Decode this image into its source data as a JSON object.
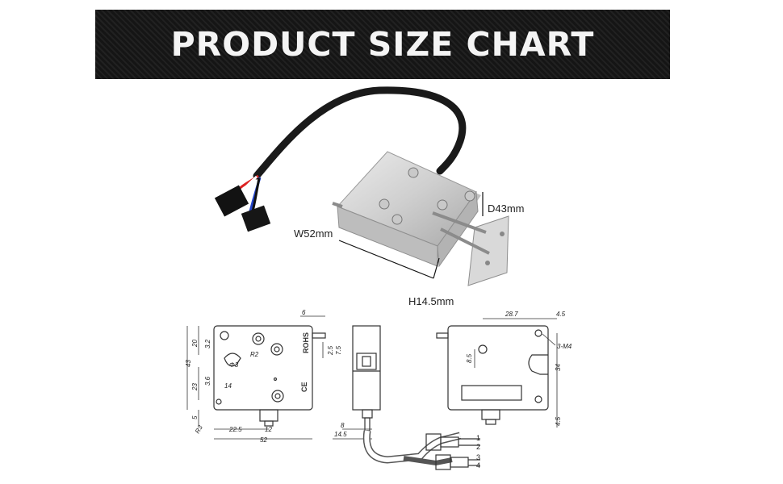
{
  "banner": {
    "title": "PRODUCT SIZE CHART"
  },
  "photo_labels": {
    "width": "W52mm",
    "depth": "D43mm",
    "height": "H14.5mm"
  },
  "front_view": {
    "dims": [
      "6",
      "20",
      "3.2",
      "43",
      "23",
      "3.6",
      "5",
      "R2",
      "R3",
      "Φ3",
      "14",
      "22.5",
      "12",
      "52",
      "2.5",
      "7.5"
    ],
    "marks": [
      "ROHS",
      "CE"
    ]
  },
  "side_view": {
    "dims": [
      "8",
      "14.5"
    ],
    "wire_numbers": [
      "1",
      "2",
      "3",
      "4"
    ]
  },
  "back_view": {
    "dims": [
      "28.7",
      "4.5",
      "3-M4",
      "8.5",
      "34",
      "4.5"
    ]
  }
}
